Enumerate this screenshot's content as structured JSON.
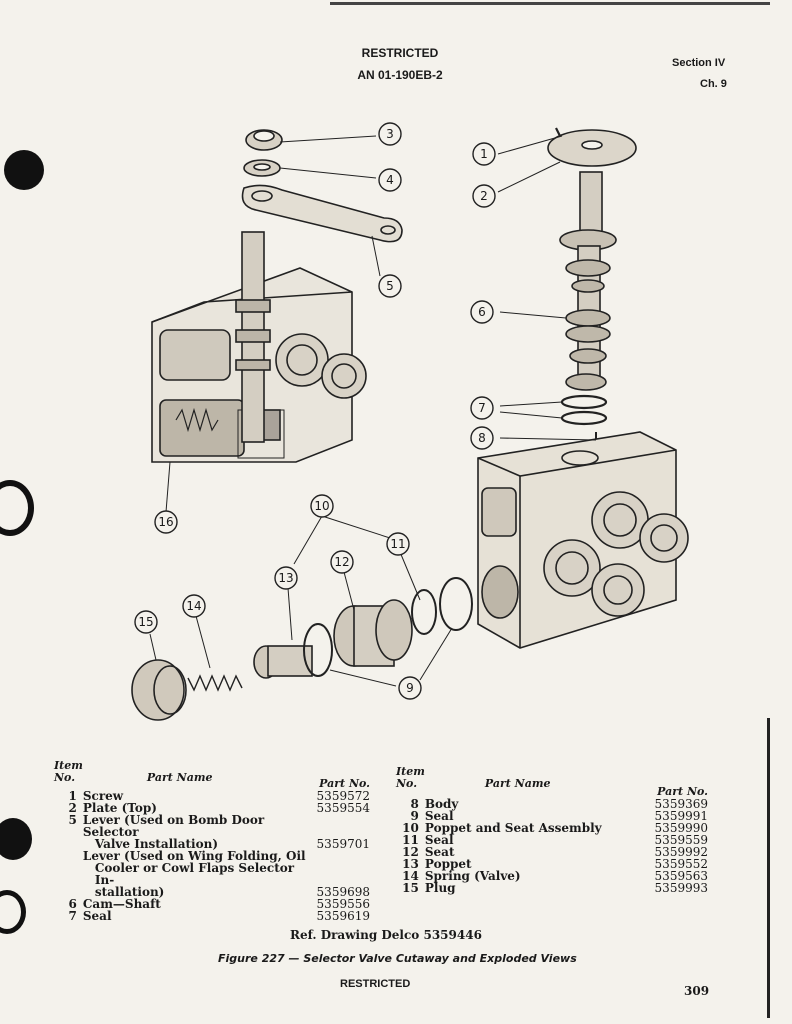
{
  "header": {
    "classification": "RESTRICTED",
    "doc_number": "AN 01-190EB-2",
    "section": "Section IV",
    "chapter": "Ch. 9"
  },
  "callouts": [
    "1",
    "2",
    "3",
    "4",
    "5",
    "6",
    "7",
    "8",
    "9",
    "10",
    "11",
    "12",
    "13",
    "14",
    "15",
    "16"
  ],
  "left_table": {
    "item_header": "Item",
    "no_header": "No.",
    "name_header": "Part Name",
    "partno_header": "Part No.",
    "rows": [
      {
        "no": "1",
        "name": "Screw",
        "part": "5359572"
      },
      {
        "no": "2",
        "name": "Plate (Top)",
        "part": "5359554"
      },
      {
        "no": "5",
        "name": "Lever (Used on Bomb Door Selector",
        "part": ""
      },
      {
        "no": "",
        "name": "Valve Installation)",
        "part": "5359701"
      },
      {
        "no": "",
        "name": "Lever (Used on Wing Folding, Oil",
        "part": ""
      },
      {
        "no": "",
        "name": "Cooler or Cowl Flaps Selector In-",
        "part": ""
      },
      {
        "no": "",
        "name": "stallation)",
        "part": "5359698"
      },
      {
        "no": "6",
        "name": "Cam—Shaft",
        "part": "5359556"
      },
      {
        "no": "7",
        "name": "Seal",
        "part": "5359619"
      }
    ]
  },
  "right_table": {
    "item_header": "Item",
    "no_header": "No.",
    "name_header": "Part Name",
    "partno_header": "Part No.",
    "rows": [
      {
        "no": "8",
        "name": "Body",
        "part": "5359369"
      },
      {
        "no": "9",
        "name": "Seal",
        "part": "5359991"
      },
      {
        "no": "10",
        "name": "Poppet and Seat Assembly",
        "part": "5359990"
      },
      {
        "no": "11",
        "name": "Seal",
        "part": "5359559"
      },
      {
        "no": "12",
        "name": "Seat",
        "part": "5359992"
      },
      {
        "no": "13",
        "name": "Poppet",
        "part": "5359552"
      },
      {
        "no": "14",
        "name": "Spring (Valve)",
        "part": "5359563"
      },
      {
        "no": "15",
        "name": "Plug",
        "part": "5359993"
      }
    ]
  },
  "reference": "Ref. Drawing Delco 5359446",
  "figure_caption": "Figure 227 — Selector Valve Cutaway and Exploded Views",
  "footer": {
    "classification": "RESTRICTED",
    "page_number": "309"
  }
}
